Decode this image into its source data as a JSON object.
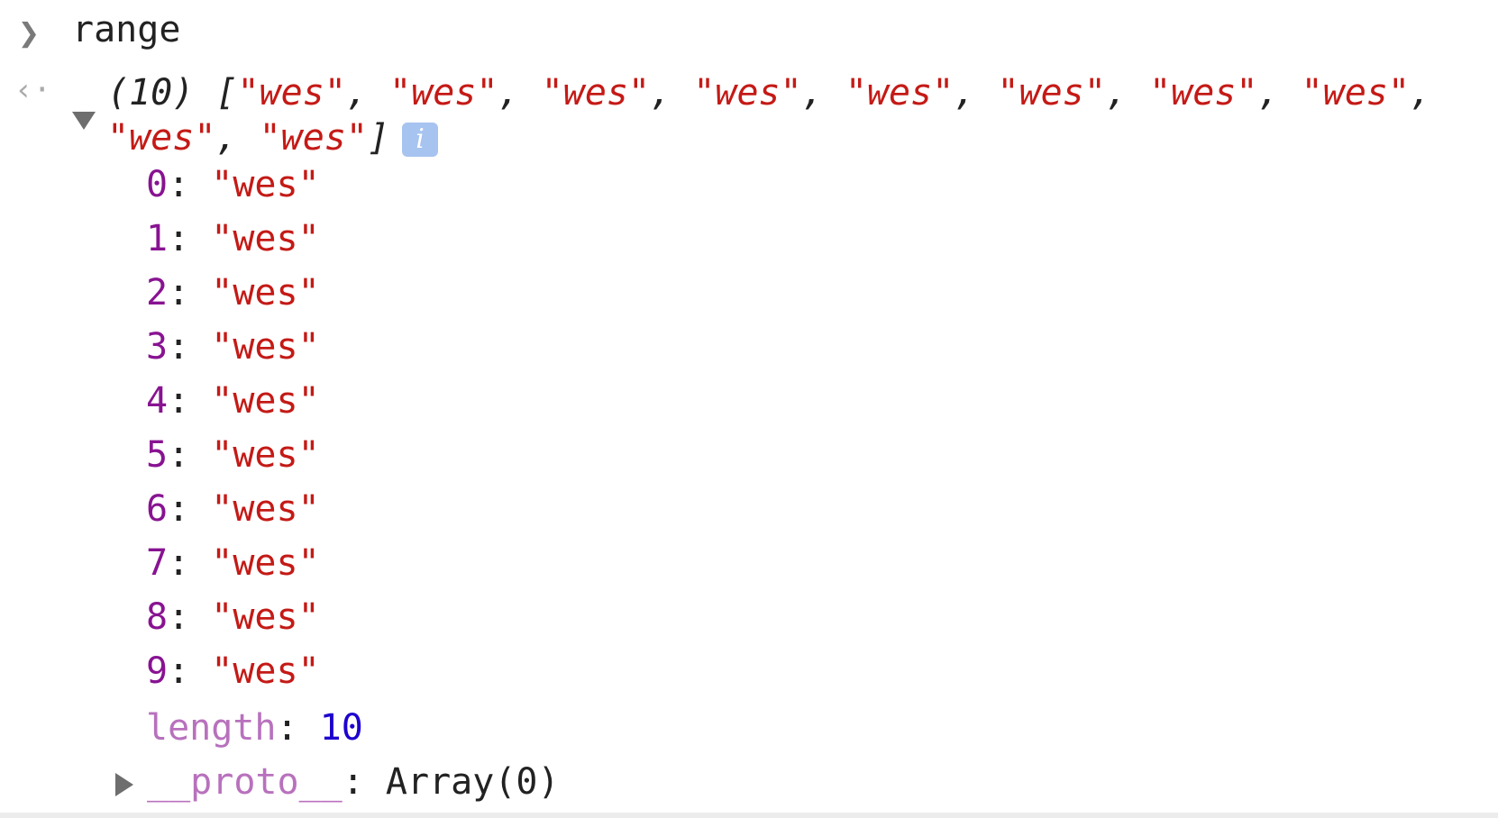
{
  "console": {
    "prompt_icon": "chevron-right-icon",
    "input": "range",
    "result_icon": "return-arrow-icon",
    "summary": {
      "count_label": "(10)",
      "items": [
        "\"wes\"",
        "\"wes\"",
        "\"wes\"",
        "\"wes\"",
        "\"wes\"",
        "\"wes\"",
        "\"wes\"",
        "\"wes\"",
        "\"wes\"",
        "\"wes\""
      ],
      "info_label": "i"
    },
    "entries": [
      {
        "index": "0",
        "value": "\"wes\""
      },
      {
        "index": "1",
        "value": "\"wes\""
      },
      {
        "index": "2",
        "value": "\"wes\""
      },
      {
        "index": "3",
        "value": "\"wes\""
      },
      {
        "index": "4",
        "value": "\"wes\""
      },
      {
        "index": "5",
        "value": "\"wes\""
      },
      {
        "index": "6",
        "value": "\"wes\""
      },
      {
        "index": "7",
        "value": "\"wes\""
      },
      {
        "index": "8",
        "value": "\"wes\""
      },
      {
        "index": "9",
        "value": "\"wes\""
      }
    ],
    "length_key": "length",
    "length_value": "10",
    "proto_key": "__proto__",
    "proto_value": "Array(0)"
  },
  "colors": {
    "string": "#c41a16",
    "index": "#881391",
    "number": "#1c00cf",
    "info": "#a7c3f0"
  }
}
